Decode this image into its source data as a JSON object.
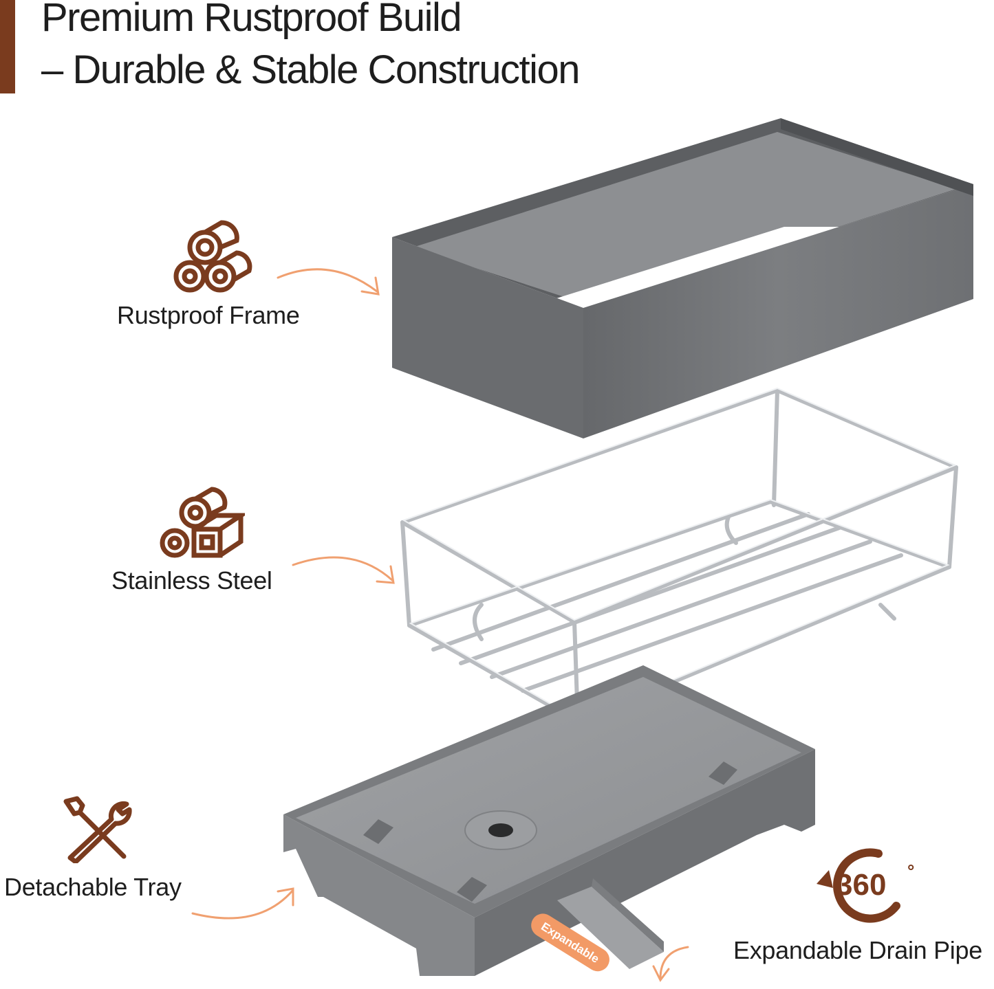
{
  "header": {
    "line1": "Premium Rustproof Build",
    "line2": "– Durable & Stable Construction",
    "accent_color": "#7a3b1e"
  },
  "features": [
    {
      "label": "Rustproof Frame",
      "icon": "logs-icon"
    },
    {
      "label": "Stainless Steel",
      "icon": "logs-and-block-icon"
    },
    {
      "label": "Detachable Tray",
      "icon": "screwdriver-wrench-icon"
    },
    {
      "label": "Expandable Drain Pipe",
      "icon": "rotate-360-icon"
    }
  ],
  "badges": {
    "rotation": "360",
    "degree": "°",
    "drain_tag": "Expandable"
  },
  "colors": {
    "icon_brown": "#7a3b1e",
    "arrow_orange": "#f0a070",
    "frame_gray": "#6f7174",
    "chrome": "#c9ccd0",
    "tray_gray": "#8a8c8f"
  }
}
